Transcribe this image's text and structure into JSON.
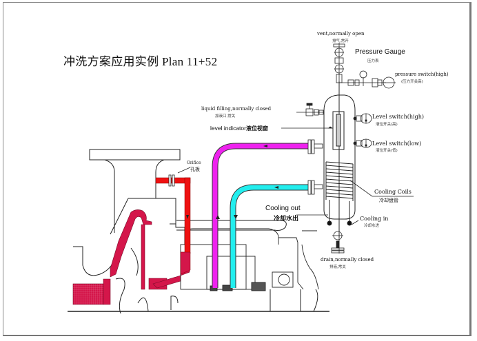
{
  "title": "冲洗方案应用实例 Plan 11+52",
  "colors": {
    "flush_line": "#ee1111",
    "buffer_outlet": "#ee22ee",
    "buffer_return": "#22eeee",
    "seal_hatch": "#d4164a",
    "line": "#111111",
    "frame": "#888888"
  },
  "labels": {
    "vent": {
      "en": "vent,normally open",
      "cn": "排气,常开"
    },
    "pressure_gauge": {
      "en": "Pressure Gauge",
      "cn": "压力表"
    },
    "pressure_switch": {
      "en": "pressure switch(high)",
      "cn": "(压力开关高)"
    },
    "liquid_filling": {
      "en": "liquid filling,normally closed",
      "cn": "加液口,常关"
    },
    "level_indicator": {
      "en": "level indicator",
      "cn": "液位视窗"
    },
    "level_switch_high": {
      "en": "Level switch(high)",
      "cn": "液位开关(高)"
    },
    "level_switch_low": {
      "en": "Level switch(low)",
      "cn": "液位开关(低)"
    },
    "cooling_coils": {
      "en": "Cooling Coils",
      "cn": "冷却盘管"
    },
    "cooling_out": {
      "en": "Cooling out",
      "cn": "冷却水出"
    },
    "cooling_in": {
      "en": "Cooling in",
      "cn": "冷却水进"
    },
    "drain": {
      "en": "drain,normally closed",
      "cn": "排液,常关"
    },
    "orifice": {
      "en": "Orifice",
      "cn": "孔板"
    }
  }
}
